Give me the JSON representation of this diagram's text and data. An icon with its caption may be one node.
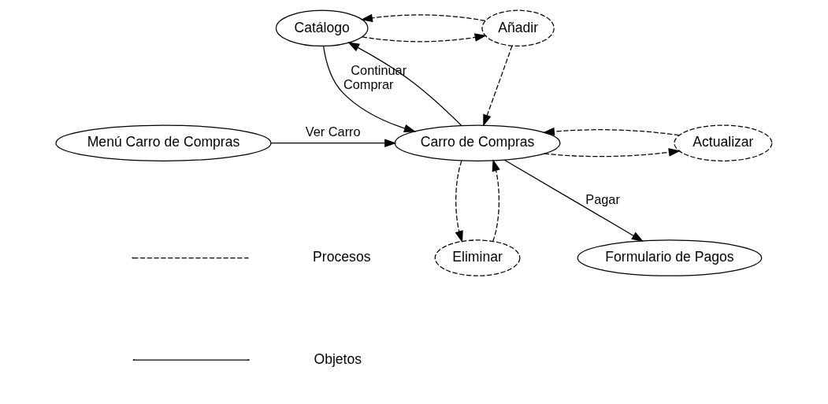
{
  "diagram": {
    "nodes": [
      {
        "text": [
          "Catálogo"
        ]
      },
      {
        "text": [
          "Añadir"
        ]
      },
      {
        "text": [
          "Menú Carro de Compras"
        ]
      },
      {
        "text": [
          "Carro de Compras"
        ]
      },
      {
        "text": [
          "Actualizar"
        ]
      },
      {
        "text": [
          "Formulario de Pagos"
        ]
      },
      {
        "text": [
          "Eliminar"
        ]
      }
    ],
    "edges": [
      {
        "from": 2,
        "to": 3,
        "arrow": "to",
        "label": "Ver Carro"
      },
      {
        "from": 3,
        "to": 0,
        "arrow": "to",
        "label": "Continuar"
      },
      {
        "from": 0,
        "to": 3,
        "arrow": "to",
        "label": "Comprar"
      },
      {
        "from": 3,
        "to": 5,
        "arrow": "to",
        "label": "Pagar"
      },
      {
        "from": 0,
        "to": 1,
        "arrow": "to",
        "style": "dashed"
      },
      {
        "from": 1,
        "to": 0,
        "arrow": "to",
        "style": "dashed"
      },
      {
        "from": 1,
        "to": 3,
        "arrow": "to",
        "style": "dashed"
      },
      {
        "from": 3,
        "to": 4,
        "arrow": "to",
        "style": "dashed"
      },
      {
        "from": 4,
        "to": 3,
        "arrow": "to",
        "style": "dashed"
      },
      {
        "from": 3,
        "to": 6,
        "arrow": "to",
        "style": "dashed"
      },
      {
        "from": 6,
        "to": 3,
        "arrow": "to",
        "style": "dashed"
      }
    ],
    "legend": [
      {
        "text": "Procesos"
      },
      {
        "text": "Objetos"
      }
    ]
  }
}
